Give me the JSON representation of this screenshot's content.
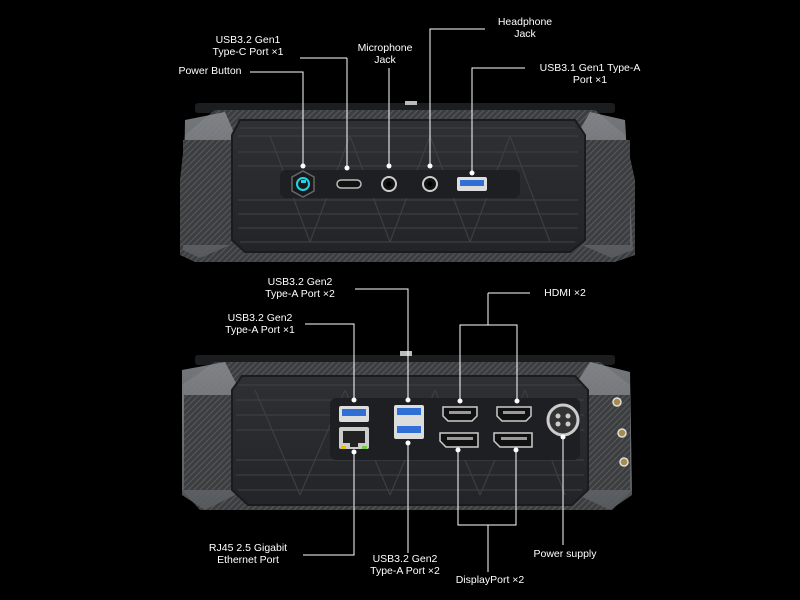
{
  "front_labels": {
    "usb32_typec": [
      "USB3.2 Gen1",
      "Type-C Port ×1"
    ],
    "power_button": [
      "Power Button"
    ],
    "microphone": [
      "Microphone",
      "Jack"
    ],
    "headphone": [
      "Headphone",
      "Jack"
    ],
    "usb31_typea": [
      "USB3.1 Gen1 Type-A",
      "Port ×1"
    ]
  },
  "rear_labels": {
    "usb32_gen2_x2_top": [
      "USB3.2 Gen2",
      "Type-A Port ×2"
    ],
    "usb32_gen2_x1": [
      "USB3.2 Gen2",
      "Type-A Port ×1"
    ],
    "hdmi": [
      "HDMI ×2"
    ],
    "rj45": [
      "RJ45  2.5 Gigabit",
      "Ethernet Port"
    ],
    "usb32_gen2_x2_bottom": [
      "USB3.2 Gen2",
      "Type-A Port ×2"
    ],
    "power_supply": [
      "Power supply"
    ],
    "displayport": [
      "DisplayPort ×2"
    ]
  },
  "colors": {
    "background": "#000000",
    "body_dark": "#2c2d2f",
    "body_side": "#6b6e72",
    "accent_blue": "#2f6fd6",
    "power_glow": "#23d3e6"
  }
}
